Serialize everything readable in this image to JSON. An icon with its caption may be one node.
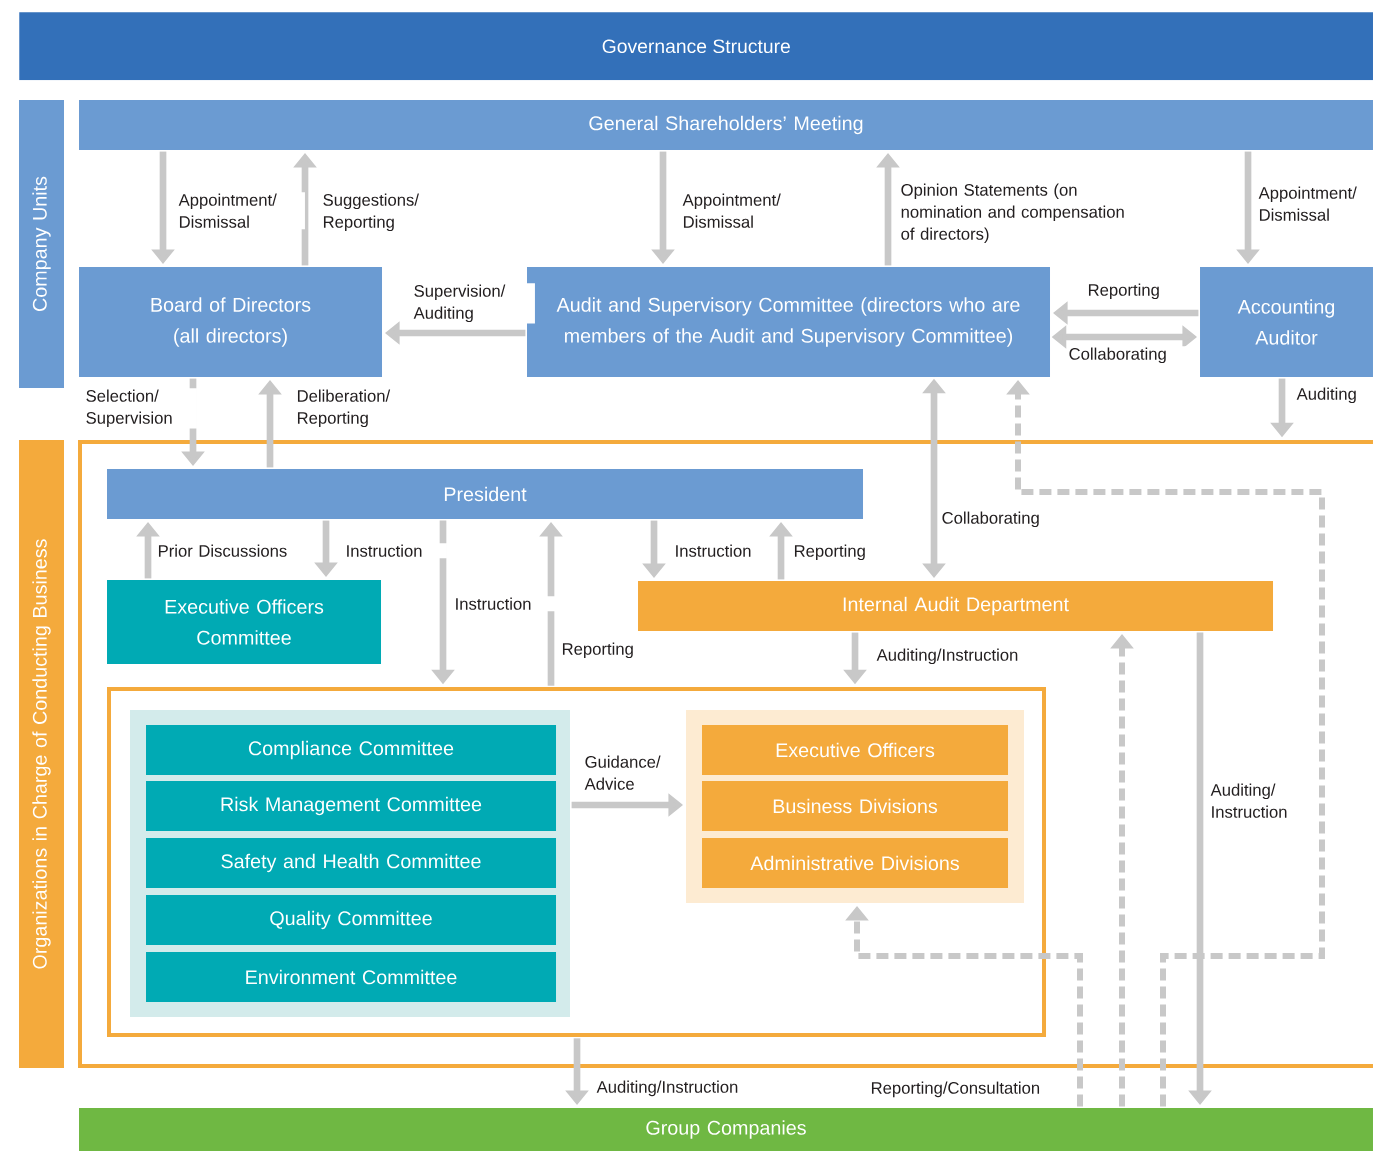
{
  "diagram": {
    "title": "Governance Structure",
    "nodes": [
      {
        "text": [
          "Company Units"
        ]
      },
      {
        "text": [
          "Organizations in Charge of Conducting Business"
        ]
      },
      {
        "text": [
          "General Shareholders’ Meeting"
        ]
      },
      {
        "text": [
          "Board of Directors (all directors)"
        ]
      },
      {
        "text": [
          "Audit and Supervisory Committee (directors who are members of the Audit and Supervisory Committee)"
        ]
      },
      {
        "text": [
          "Accounting Auditor"
        ]
      },
      {
        "text": [],
        "shape": "box"
      },
      {
        "text": [
          "President"
        ],
        "in": 6
      },
      {
        "text": [
          "Executive Officers Committee"
        ],
        "in": 6
      },
      {
        "text": [
          "Internal Audit Department"
        ],
        "in": 6
      },
      {
        "text": [],
        "shape": "box",
        "in": 6
      },
      {
        "text": [],
        "shape": "box",
        "in": 10
      },
      {
        "text": [
          "Compliance Committee"
        ],
        "in": 11
      },
      {
        "text": [
          "Risk Management Committee"
        ],
        "in": 11
      },
      {
        "text": [
          "Safety and Health Committee"
        ],
        "in": 11
      },
      {
        "text": [
          "Quality Committee"
        ],
        "in": 11
      },
      {
        "text": [
          "Environment Committee"
        ],
        "in": 11
      },
      {
        "text": [],
        "shape": "box",
        "in": 10
      },
      {
        "text": [
          "Executive Officers"
        ],
        "in": 17
      },
      {
        "text": [
          "Business Divisions"
        ],
        "in": 17
      },
      {
        "text": [
          "Administrative Divisions"
        ],
        "in": 17
      },
      {
        "text": [
          "Group Companies"
        ]
      }
    ],
    "edges": [
      {
        "from": 2,
        "to": 3,
        "arrow": "to",
        "label": "Appointment/ Dismissal"
      },
      {
        "from": 3,
        "to": 2,
        "arrow": "to",
        "label": "Suggestions/ Reporting"
      },
      {
        "from": 2,
        "to": 4,
        "arrow": "to",
        "label": "Appointment/ Dismissal"
      },
      {
        "from": 4,
        "to": 2,
        "arrow": "to",
        "label": "Opinion Statements (on nomination and compensation of directors)"
      },
      {
        "from": 2,
        "to": 5,
        "arrow": "to",
        "label": "Appointment/ Dismissal"
      },
      {
        "from": 4,
        "to": 3,
        "arrow": "to",
        "label": "Supervision/ Auditing"
      },
      {
        "from": 5,
        "to": 4,
        "arrow": "to",
        "label": "Reporting"
      },
      {
        "from": 4,
        "to": 5,
        "arrow": "both",
        "label": "Collaborating"
      },
      {
        "from": 5,
        "to": 6,
        "arrow": "to",
        "label": "Auditing"
      },
      {
        "from": 3,
        "to": 7,
        "arrow": "to",
        "label": "Selection/ Supervision"
      },
      {
        "from": 7,
        "to": 3,
        "arrow": "to",
        "label": "Deliberation/ Reporting"
      },
      {
        "from": 4,
        "to": 9,
        "arrow": "both",
        "label": "Collaborating"
      },
      {
        "from": 8,
        "to": 7,
        "arrow": "to",
        "label": "Prior Discussions"
      },
      {
        "from": 7,
        "to": 8,
        "arrow": "to",
        "label": "Instruction"
      },
      {
        "from": 7,
        "to": 10,
        "arrow": "to",
        "label": "Instruction"
      },
      {
        "from": 10,
        "to": 7,
        "arrow": "to",
        "label": "Reporting"
      },
      {
        "from": 7,
        "to": 9,
        "arrow": "to",
        "label": "Instruction"
      },
      {
        "from": 9,
        "to": 7,
        "arrow": "to",
        "label": "Reporting"
      },
      {
        "from": 9,
        "to": 10,
        "arrow": "to",
        "label": "Auditing/Instruction"
      },
      {
        "from": 11,
        "to": 17,
        "arrow": "to",
        "label": "Guidance/ Advice"
      },
      {
        "from": 10,
        "to": 21,
        "arrow": "to",
        "label": "Auditing/Instruction"
      },
      {
        "from": 9,
        "to": 21,
        "arrow": "to",
        "label": "Auditing/ Instruction"
      },
      {
        "from": 21,
        "to": 17,
        "arrow": "to",
        "style": "dashed",
        "label": "Reporting/Consultation"
      },
      {
        "from": 21,
        "to": 9,
        "arrow": "to",
        "style": "dashed"
      },
      {
        "from": 21,
        "to": 4,
        "arrow": "to",
        "style": "dashed"
      }
    ]
  }
}
